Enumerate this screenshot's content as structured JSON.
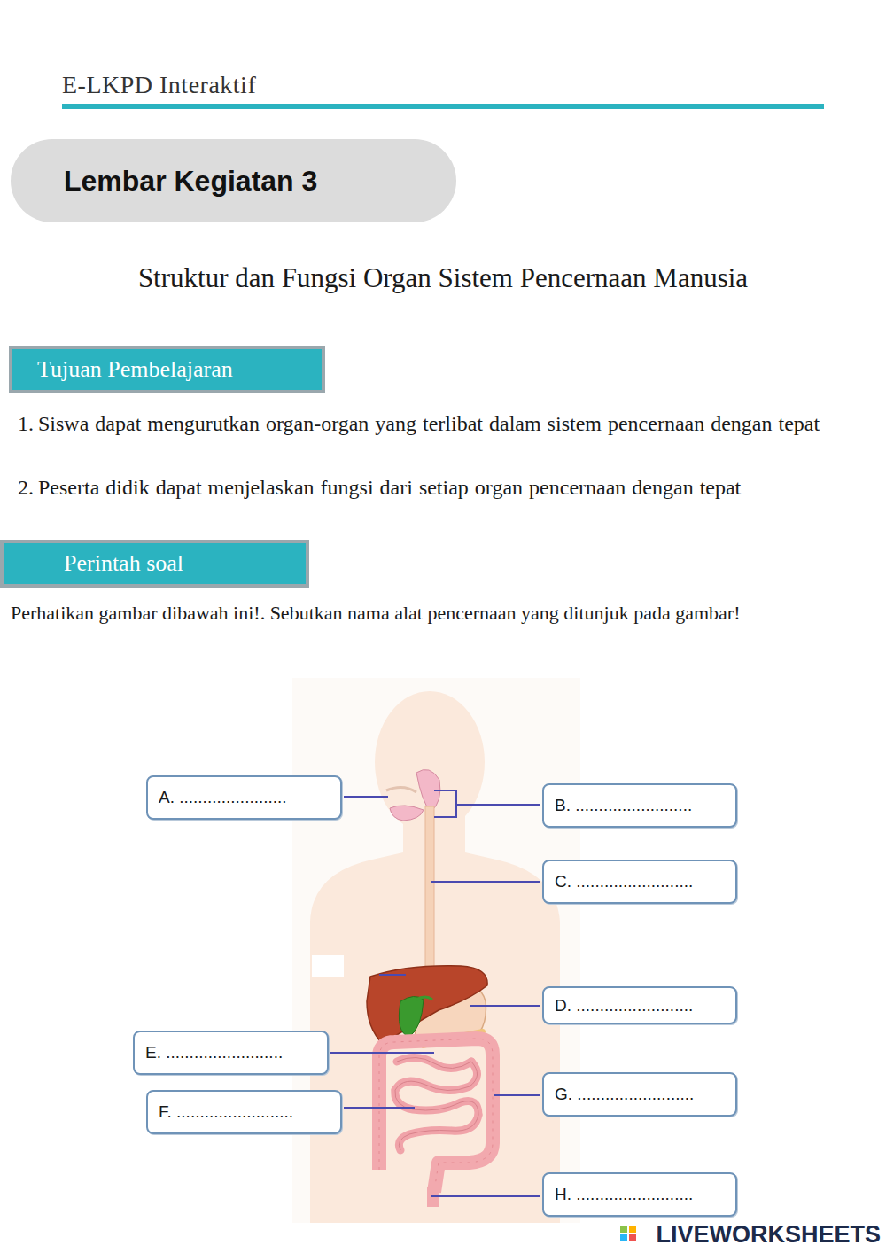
{
  "diagram": {
    "title": "Struktur dan Fungsi Organ Sistem Pencernaan Manusia",
    "nodes": [
      {
        "text": [
          "Lembar Kegiatan 3"
        ]
      },
      {
        "text": [
          "Tujuan Pembelajaran"
        ]
      },
      {
        "text": [
          "Perintah soal"
        ]
      },
      {
        "text": [
          "A. ......................."
        ]
      },
      {
        "text": [
          "B. ........................."
        ]
      },
      {
        "text": [
          "C. ........................."
        ]
      },
      {
        "text": [
          "D. ........................."
        ]
      },
      {
        "text": [
          "E. ........................."
        ]
      },
      {
        "text": [
          "F. ........................."
        ]
      },
      {
        "text": [
          "G. ........................."
        ]
      },
      {
        "text": [
          "H. ........................."
        ]
      }
    ],
    "labels": [
      "E-LKPD Interaktif",
      "1.",
      "Siswa dapat mengurutkan organ-organ yang terlibat dalam sistem pencernaan dengan tepat",
      "2.",
      "Peserta didik dapat menjelaskan fungsi dari setiap organ pencernaan dengan tepat",
      "Perhatikan gambar dibawah ini!. Sebutkan nama alat pencernaan yang ditunjuk pada gambar!",
      "LIVEWORKSHEETS"
    ]
  }
}
